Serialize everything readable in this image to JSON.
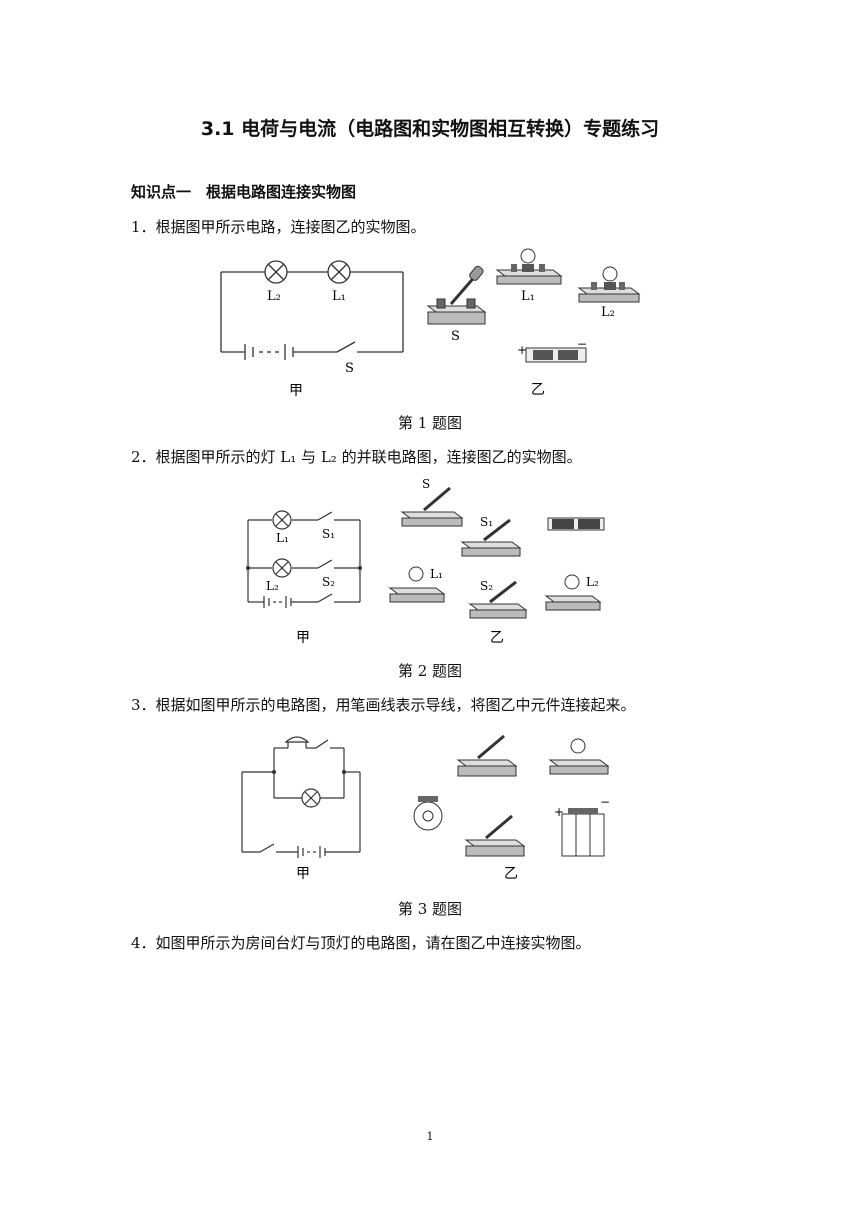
{
  "doc": {
    "title": "3.1 电荷与电流（电路图和实物图相互转换）专题练习",
    "section": "知识点一　根据电路图连接实物图",
    "page_number": "1"
  },
  "q1": {
    "text": "1．根据图甲所示电路，连接图乙的实物图。",
    "caption": "第 1 题图",
    "labels": {
      "L2": "L₂",
      "L1": "L₁",
      "S": "S",
      "jia": "甲",
      "yi": "乙",
      "plus": "+",
      "minus": "−"
    }
  },
  "q2": {
    "text": "2．根据图甲所示的灯 L₁ 与 L₂ 的并联电路图，连接图乙的实物图。",
    "caption": "第 2 题图",
    "labels": {
      "L1": "L₁",
      "L2": "L₂",
      "S1": "S₁",
      "S2": "S₂",
      "S": "S",
      "jia": "甲",
      "yi": "乙"
    }
  },
  "q3": {
    "text": "3．根据如图甲所示的电路图，用笔画线表示导线，将图乙中元件连接起来。",
    "caption": "第 3 题图",
    "labels": {
      "jia": "甲",
      "yi": "乙",
      "plus": "+",
      "minus": "−"
    }
  },
  "q4": {
    "text": "4．如图甲所示为房间台灯与顶灯的电路图，请在图乙中连接实物图。"
  }
}
